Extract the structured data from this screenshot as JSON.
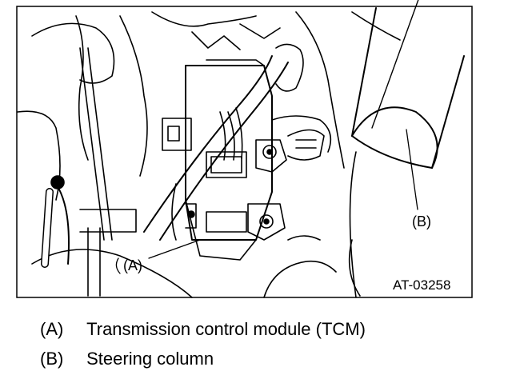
{
  "figure": {
    "code": "AT-03258",
    "callouts": {
      "a": "(A)",
      "b": "(B)"
    }
  },
  "legend": [
    {
      "key": "(A)",
      "text": "Transmission control module (TCM)"
    },
    {
      "key": "(B)",
      "text": "Steering column"
    }
  ]
}
